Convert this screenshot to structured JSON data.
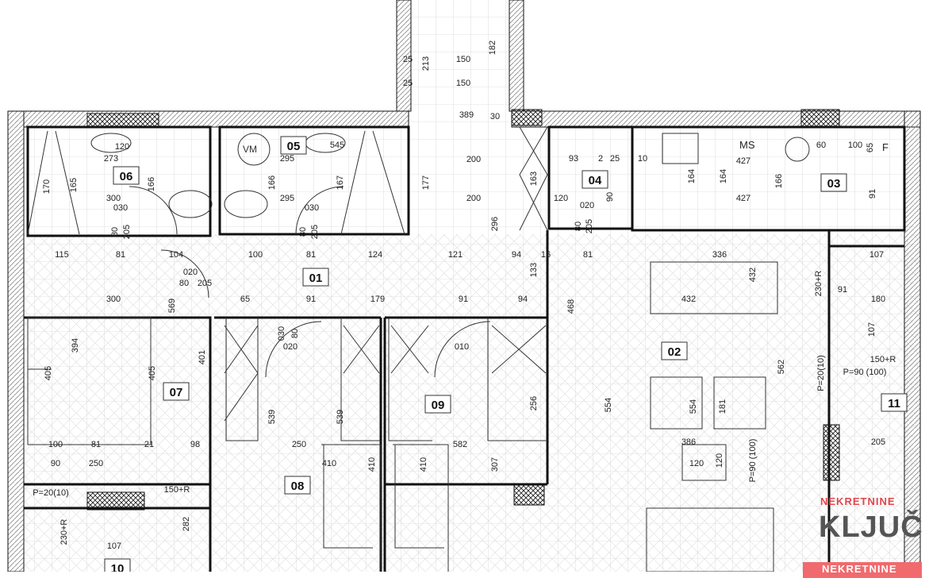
{
  "plan": {
    "rooms": [
      "01",
      "02",
      "03",
      "04",
      "05",
      "06",
      "07",
      "08",
      "09",
      "11",
      "10"
    ],
    "fixtures": {
      "washing_machine": "VM",
      "kitchen": "MS",
      "fridge": "F"
    },
    "dims": [
      "25",
      "150",
      "182",
      "25",
      "150",
      "213",
      "389",
      "30",
      "200",
      "200",
      "296",
      "177",
      "163",
      "133",
      "273",
      "120",
      "166",
      "165",
      "170",
      "300",
      "295",
      "166",
      "167",
      "295",
      "545",
      "93",
      "2",
      "25",
      "10",
      "120",
      "90",
      "427",
      "427",
      "164",
      "164",
      "166",
      "91",
      "60",
      "100",
      "65",
      "115",
      "81",
      "104",
      "100",
      "81",
      "124",
      "121",
      "94",
      "16",
      "81",
      "336",
      "107",
      "300",
      "65",
      "91",
      "179",
      "91",
      "94",
      "569",
      "394",
      "405",
      "405",
      "401",
      "539",
      "539",
      "256",
      "554",
      "554",
      "181",
      "562",
      "468",
      "432",
      "432",
      "386",
      "107",
      "180",
      "150+R",
      "P=90 (100)",
      "P=20(10)",
      "230+R",
      "91",
      "100",
      "81",
      "21",
      "98",
      "90",
      "250",
      "250",
      "582",
      "410",
      "410",
      "410",
      "307",
      "120",
      "120",
      "P=90 (100)",
      "P=20(10)",
      "150+R",
      "230+R",
      "282",
      "107",
      "205",
      "205",
      "205",
      "205",
      "205",
      "80",
      "80",
      "80",
      "80",
      "80",
      "030",
      "030",
      "030",
      "020",
      "020",
      "020",
      "010"
    ]
  },
  "logo": {
    "brand_top": "NEKRETNINE",
    "brand_main": "KLJUČ",
    "brand_bottom": "NEKRETNINE"
  },
  "colors": {
    "wall": "#111111",
    "logo_red": "#e0474c",
    "logo_gray": "#555555"
  }
}
